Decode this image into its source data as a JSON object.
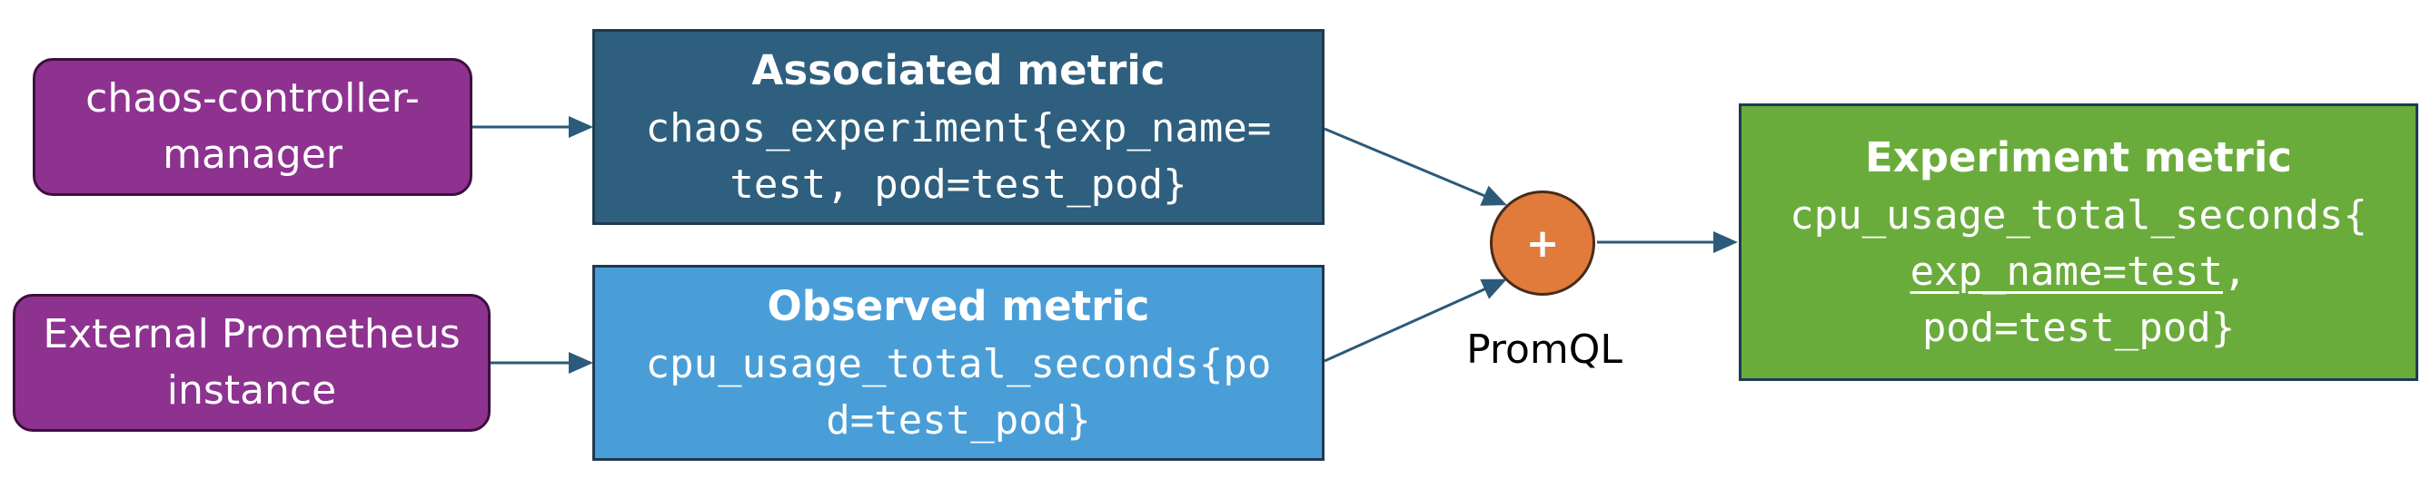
{
  "colors": {
    "source_fill": "#8e3290",
    "source_border": "#3d0f3e",
    "associated_fill": "#2e5f7e",
    "observed_fill": "#4a9ed8",
    "experiment_fill": "#6aac3c",
    "metric_border": "#1e3a52",
    "op_fill": "#e07b3c",
    "op_border": "#4a2a1a",
    "arrow": "#2b5a7a"
  },
  "sources": {
    "controller": {
      "line1": "chaos-controller-",
      "line2": "manager"
    },
    "prometheus": {
      "line1": "External Prometheus",
      "line2": "instance"
    }
  },
  "associated_metric": {
    "title": "Associated metric",
    "code_line1": "chaos_experiment{exp_name=",
    "code_line2": "test, pod=test_pod}"
  },
  "observed_metric": {
    "title": "Observed metric",
    "code_line1": "cpu_usage_total_seconds{po",
    "code_line2": "d=test_pod}"
  },
  "operator": {
    "symbol": "+",
    "label": "PromQL"
  },
  "experiment_metric": {
    "title": "Experiment metric",
    "code_line1": "cpu_usage_total_seconds{",
    "code_line2_underlined": "exp_name=test",
    "code_line2_rest": ",",
    "code_line3": "pod=test_pod}"
  }
}
